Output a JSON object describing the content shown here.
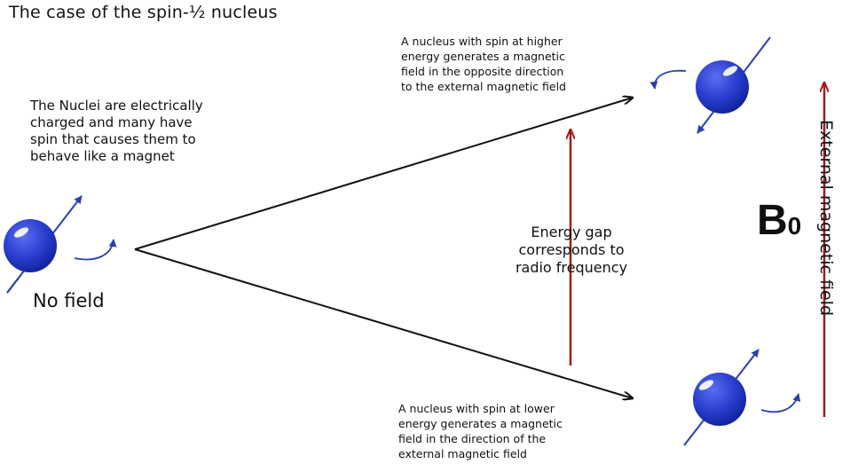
{
  "title": "The case of the spin-½ nucleus",
  "intro_text": "The Nuclei are electrically\ncharged and many have\nspin that causes them to\nbehave like a magnet",
  "no_field_label": "No field",
  "higher_energy_text": "A nucleus with spin at higher\nenergy generates a magnetic\nfield in the opposite direction\nto the external magnetic field",
  "energy_gap_text": "Energy gap\ncorresponds to\nradio frequency",
  "lower_energy_text": "A nucleus with spin at lower\nenergy generates a magnetic\nfield in the direction of the\nexternal magnetic field",
  "b0_symbol": "B",
  "b0_subscript": "0",
  "external_field_label": "External magnetic field",
  "colors": {
    "nucleus": "#2b3fd0",
    "nucleus_dark": "#10209a",
    "spin_arrow": "#2a3fb0",
    "field_arrow": "#a31a1a",
    "branch_arrow": "#111111"
  }
}
